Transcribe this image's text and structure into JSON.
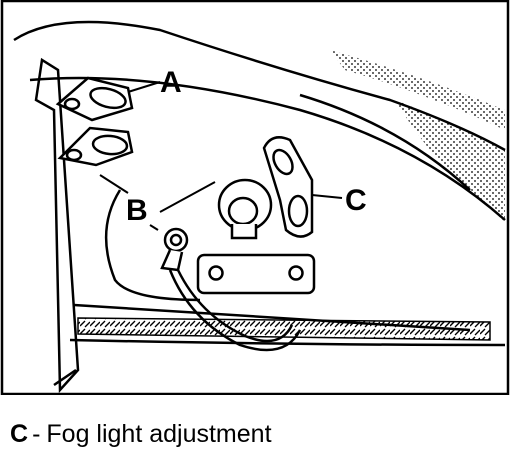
{
  "callouts": {
    "a": "A",
    "b": "B",
    "c": "C"
  },
  "caption": {
    "key": "C",
    "separator": "-",
    "text": "Fog light adjustment"
  },
  "colors": {
    "ink": "#000000",
    "paper": "#ffffff"
  }
}
